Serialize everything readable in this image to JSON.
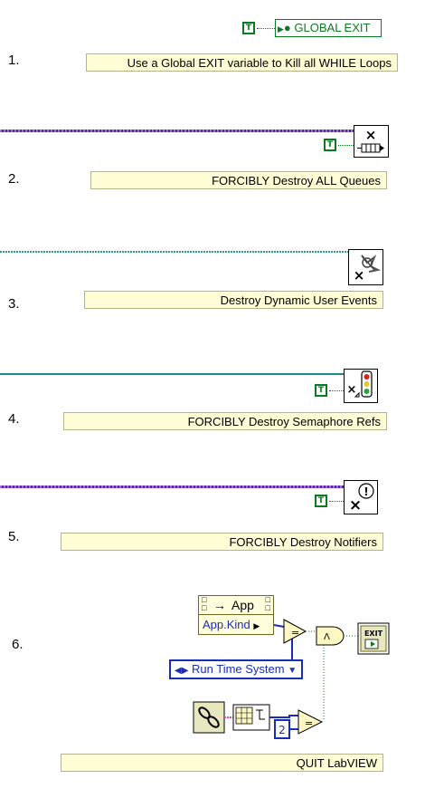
{
  "steps": [
    {
      "number": "1.",
      "label": "Use a Global EXIT variable to Kill all WHILE Loops"
    },
    {
      "number": "2.",
      "label": "FORCIBLY Destroy ALL Queues"
    },
    {
      "number": "3.",
      "label": "Destroy Dynamic User Events"
    },
    {
      "number": "4.",
      "label": "FORCIBLY Destroy Semaphore Refs"
    },
    {
      "number": "5.",
      "label": "FORCIBLY Destroy Notifiers"
    },
    {
      "number": "6.",
      "label": "QUIT LabVIEW"
    }
  ],
  "true_constant": "T",
  "global_exit": "GLOBAL EXIT",
  "property_node": {
    "class": "App",
    "property": "App.Kind"
  },
  "app_kind_value": "Run Time System",
  "numeric_constant": "2",
  "exit_icon_text": "EXIT",
  "colors": {
    "boolean_green": "#0c7a1f",
    "label_fill": "#fefdd5",
    "queue_wire": "#5b23a8",
    "event_wire": "#1b8a8a",
    "enum_blue": "#1a2db6"
  }
}
